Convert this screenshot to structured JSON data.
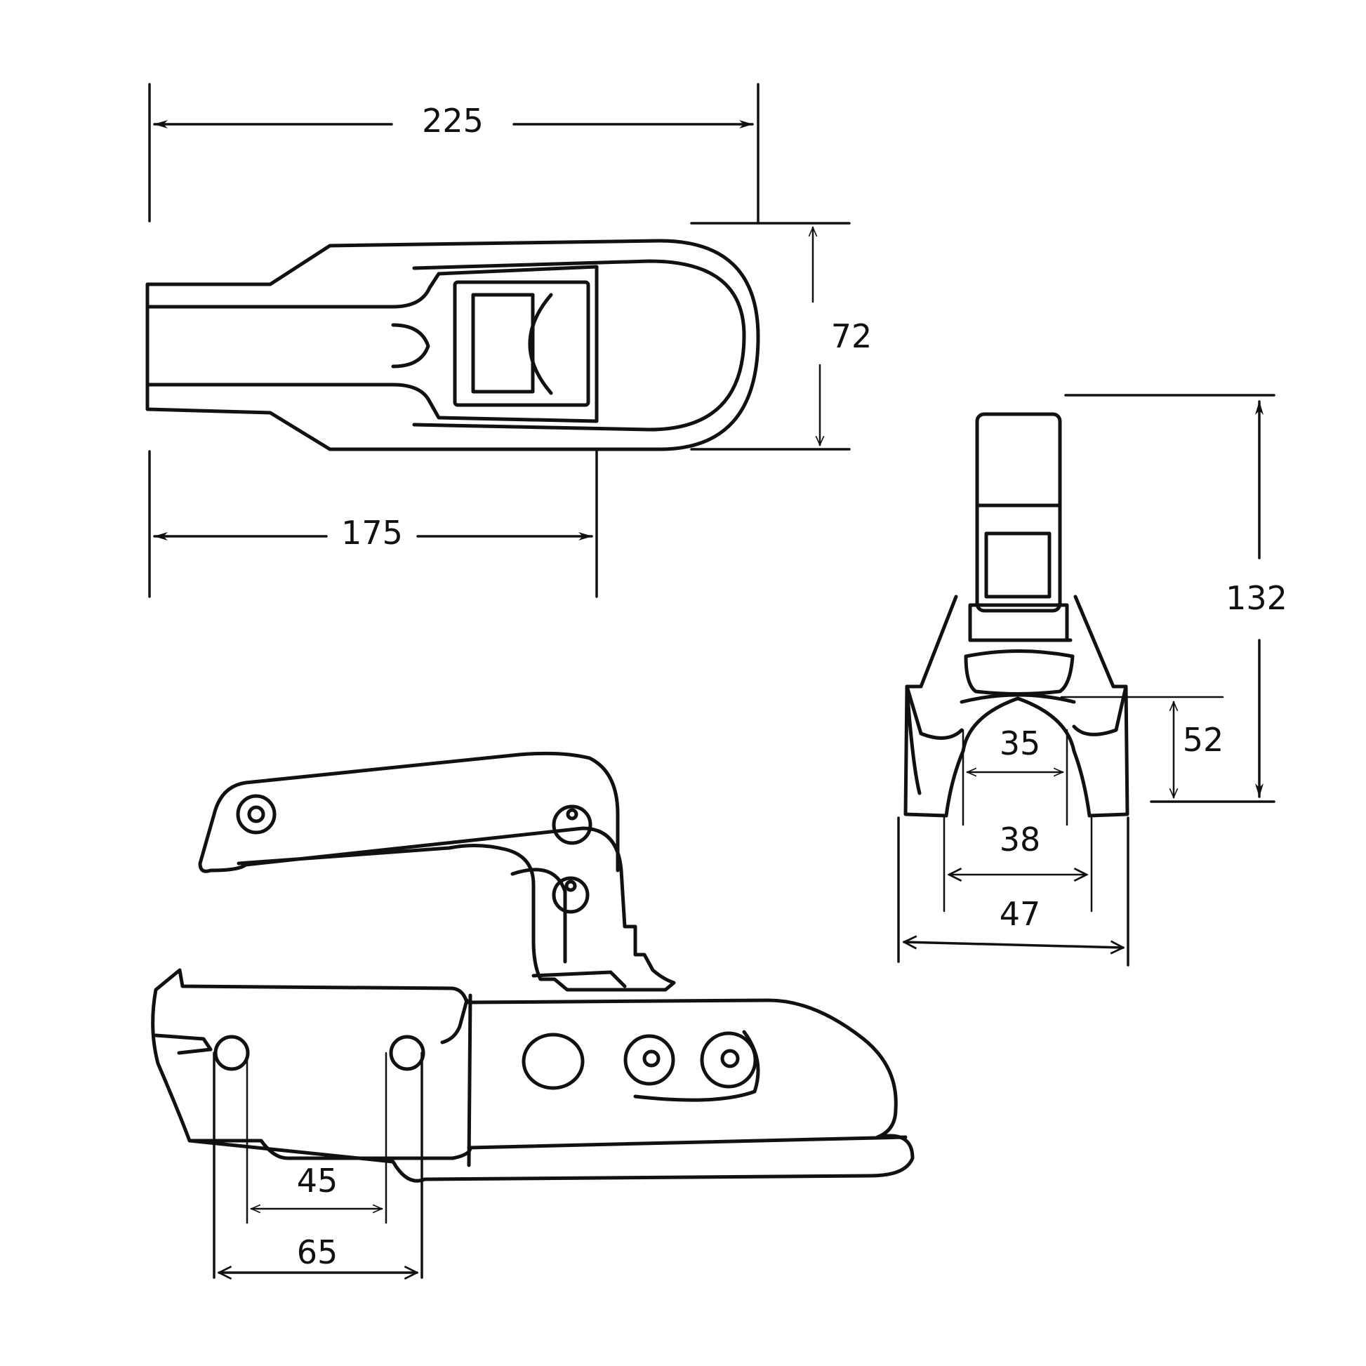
{
  "dimensions": {
    "overall_length": "225",
    "body_length": "175",
    "width": "72",
    "height": "132",
    "ball_inner": "35",
    "ball_outer": "38",
    "base_width": "47",
    "ball_height": "52",
    "hole_spacing_inner": "45",
    "hole_spacing_outer": "65"
  },
  "colors": {
    "line": "#111111",
    "background": "#ffffff"
  }
}
